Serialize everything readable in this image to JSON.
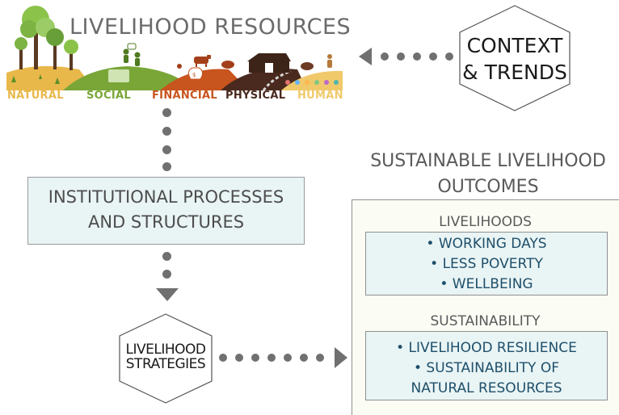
{
  "livelihood_resources": {
    "title": "LIVELIHOOD RESOURCES",
    "categories": [
      {
        "label": "NATURAL",
        "color": "#e8b84a"
      },
      {
        "label": "SOCIAL",
        "color": "#79a637"
      },
      {
        "label": "FINANCIAL",
        "color": "#c8541e"
      },
      {
        "label": "PHYSICAL",
        "color": "#4a2a1e"
      },
      {
        "label": "HUMAN",
        "color": "#f0c96a"
      }
    ]
  },
  "context_trends": {
    "line1": "CONTEXT",
    "line2": "& TRENDS"
  },
  "institutional": {
    "line1": "INSTITUTIONAL PROCESSES",
    "line2": "AND STRUCTURES"
  },
  "strategies": {
    "line1": "LIVELIHOOD",
    "line2": "STRATEGIES"
  },
  "outcomes": {
    "title_line1": "SUSTAINABLE LIVELIHOOD",
    "title_line2": "OUTCOMES",
    "livelihoods": {
      "heading": "LIVELIHOODS",
      "items": [
        "• WORKING DAYS",
        "• LESS POVERTY",
        "• WELLBEING"
      ]
    },
    "sustainability": {
      "heading": "SUSTAINABILITY",
      "items": [
        "• LIVELIHOOD RESILIENCE",
        "• SUSTAINABILITY OF",
        "NATURAL RESOURCES"
      ]
    }
  },
  "colors": {
    "connector": "#707070",
    "box_fill": "#e9f4f4",
    "list_text": "#1e4f6b"
  }
}
